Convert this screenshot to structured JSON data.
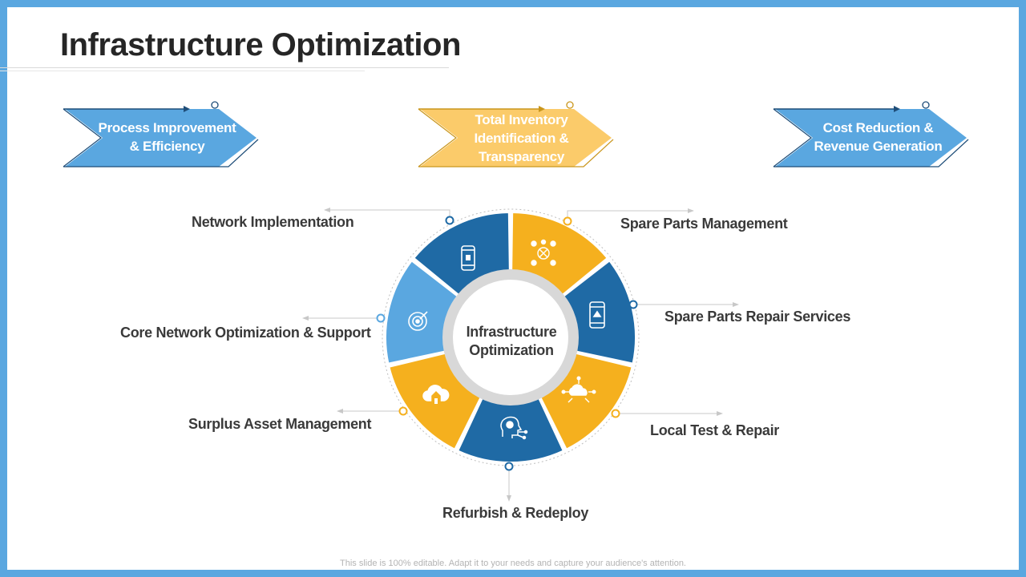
{
  "title": "Infrastructure Optimization",
  "chevrons": [
    {
      "line1": "Process Improvement",
      "line2": "& Efficiency",
      "line3": "",
      "color": "#5aa7e0"
    },
    {
      "line1": "Total Inventory",
      "line2": "Identification &",
      "line3": "Transparency",
      "color": "#fbcb6a"
    },
    {
      "line1": "Cost Reduction &",
      "line2": "Revenue Generation",
      "line3": "",
      "color": "#5aa7e0"
    }
  ],
  "center": {
    "line1": "Infrastructure",
    "line2": "Optimization"
  },
  "segments": [
    {
      "label": "Spare Parts Management",
      "icon": "network-nodes-icon",
      "color": "#f5b01e"
    },
    {
      "label": "Spare Parts Repair Services",
      "icon": "tablet-icon",
      "color": "#1f6aa5"
    },
    {
      "label": "Local Test & Repair",
      "icon": "cloud-network-icon",
      "color": "#f5b01e"
    },
    {
      "label": "Refurbish & Redeploy",
      "icon": "head-gear-icon",
      "color": "#1f6aa5"
    },
    {
      "label": "Surplus Asset Management",
      "icon": "cloud-house-icon",
      "color": "#f5b01e"
    },
    {
      "label": "Core Network Optimization & Support",
      "icon": "target-icon",
      "color": "#5aa7e0"
    },
    {
      "label": "Network Implementation",
      "icon": "smartphone-icon",
      "color": "#1f6aa5"
    }
  ],
  "footer": "This slide is 100% editable. Adapt it to your needs and capture your audience's attention."
}
